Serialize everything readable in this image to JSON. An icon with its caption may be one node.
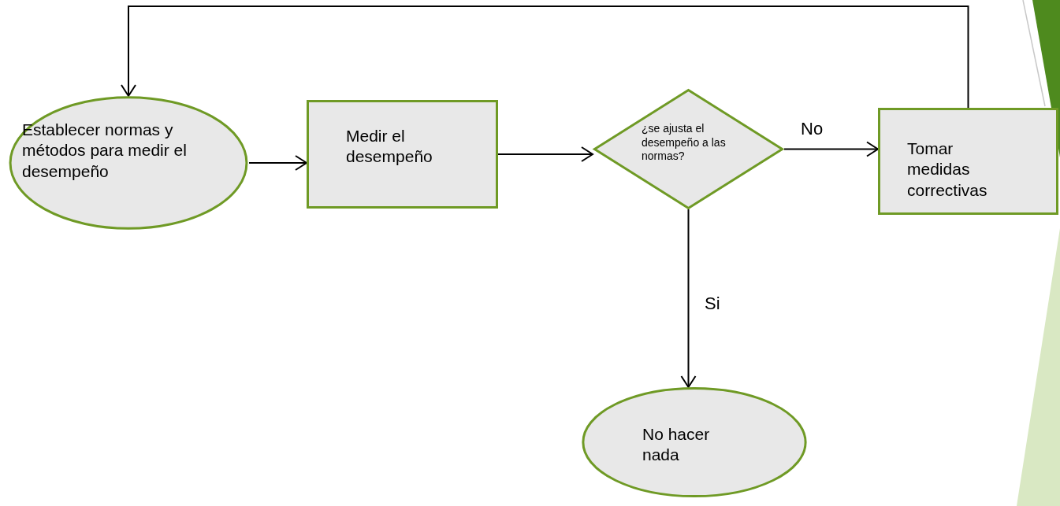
{
  "diagram": {
    "nodes": [
      {
        "text": [
          "Establecer normas y métodos para medir el desempeño"
        ]
      },
      {
        "text": [
          "Medir el desempeño"
        ]
      },
      {
        "text": [
          "¿se ajusta el desempeño a las normas?"
        ]
      },
      {
        "text": [
          "Tomar medidas correctivas"
        ]
      },
      {
        "text": [
          "No hacer nada"
        ]
      }
    ],
    "edges": [
      {
        "from": 0,
        "to": 1,
        "arrow": "to"
      },
      {
        "from": 1,
        "to": 2,
        "arrow": "to"
      },
      {
        "from": 2,
        "to": 3,
        "arrow": "to",
        "label": "No"
      },
      {
        "from": 2,
        "to": 4,
        "arrow": "to",
        "label": "Si"
      },
      {
        "from": 3,
        "to": 0,
        "arrow": "to"
      }
    ]
  }
}
